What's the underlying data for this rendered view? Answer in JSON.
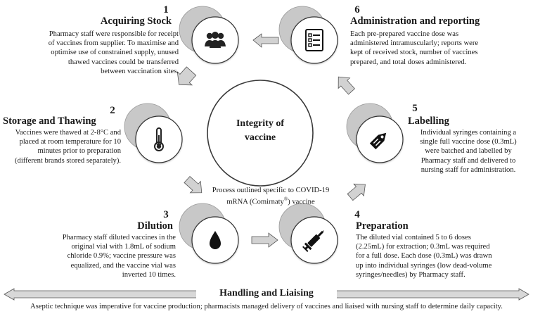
{
  "center": {
    "line1": "Integrity of",
    "line2": "vaccine"
  },
  "process_note": {
    "line1": "Process outlined specific to COVID-19",
    "line2_pre": "mRNA (Comirnaty",
    "line2_sup": "®",
    "line2_post": ") vaccine"
  },
  "steps": [
    {
      "number": "1",
      "title": "Acquiring Stock",
      "icon": "people-icon",
      "lines": [
        "Pharmacy staff were responsible for receipt",
        "of vaccines from supplier. To maximise and",
        "optimise use of constrained supply, unused",
        "thawed vaccines could be transferred",
        "between vaccination sites."
      ]
    },
    {
      "number": "2",
      "title": "Storage and Thawing",
      "icon": "thermometer-icon",
      "lines": [
        "Vaccines were thawed at 2-8°C and",
        "placed at room temperature for 10",
        "minutes prior to preparation",
        "(different brands stored separately)."
      ]
    },
    {
      "number": "3",
      "title": "Dilution",
      "icon": "drop-icon",
      "lines": [
        "Pharmacy staff diluted vaccines in the",
        "original vial with 1.8mL of sodium",
        "chloride 0.9%; vaccine pressure was",
        "equalized, and the vaccine vial was",
        "inverted 10 times."
      ]
    },
    {
      "number": "4",
      "title": "Preparation",
      "icon": "syringe-icon",
      "lines": [
        "The diluted vial contained 5 to 6 doses",
        "(2.25mL) for extraction; 0.3mL was required",
        "for a full dose. Each dose (0.3mL) was drawn",
        "up into individual syringes (low dead-volume",
        "syringes/needles) by Pharmacy staff."
      ]
    },
    {
      "number": "5",
      "title": "Labelling",
      "icon": "tag-icon",
      "lines": [
        "Individual syringes containing a",
        "single full vaccine dose (0.3mL)",
        "were batched and labelled by",
        "Pharmacy staff and delivered to",
        "nursing staff for administration."
      ]
    },
    {
      "number": "6",
      "title": "Administration and reporting",
      "icon": "checklist-icon",
      "lines": [
        "Each pre-prepared vaccine dose was",
        "administered intramuscularly; reports were",
        "kept of received stock, number of vaccines",
        "prepared, and total doses administered."
      ]
    }
  ],
  "band": {
    "title": "Handling and Liaising"
  },
  "footer": "Aseptic technique was imperative for vaccine production; pharmacists managed delivery of vaccines and liaised with nursing staff to determine daily capacity."
}
